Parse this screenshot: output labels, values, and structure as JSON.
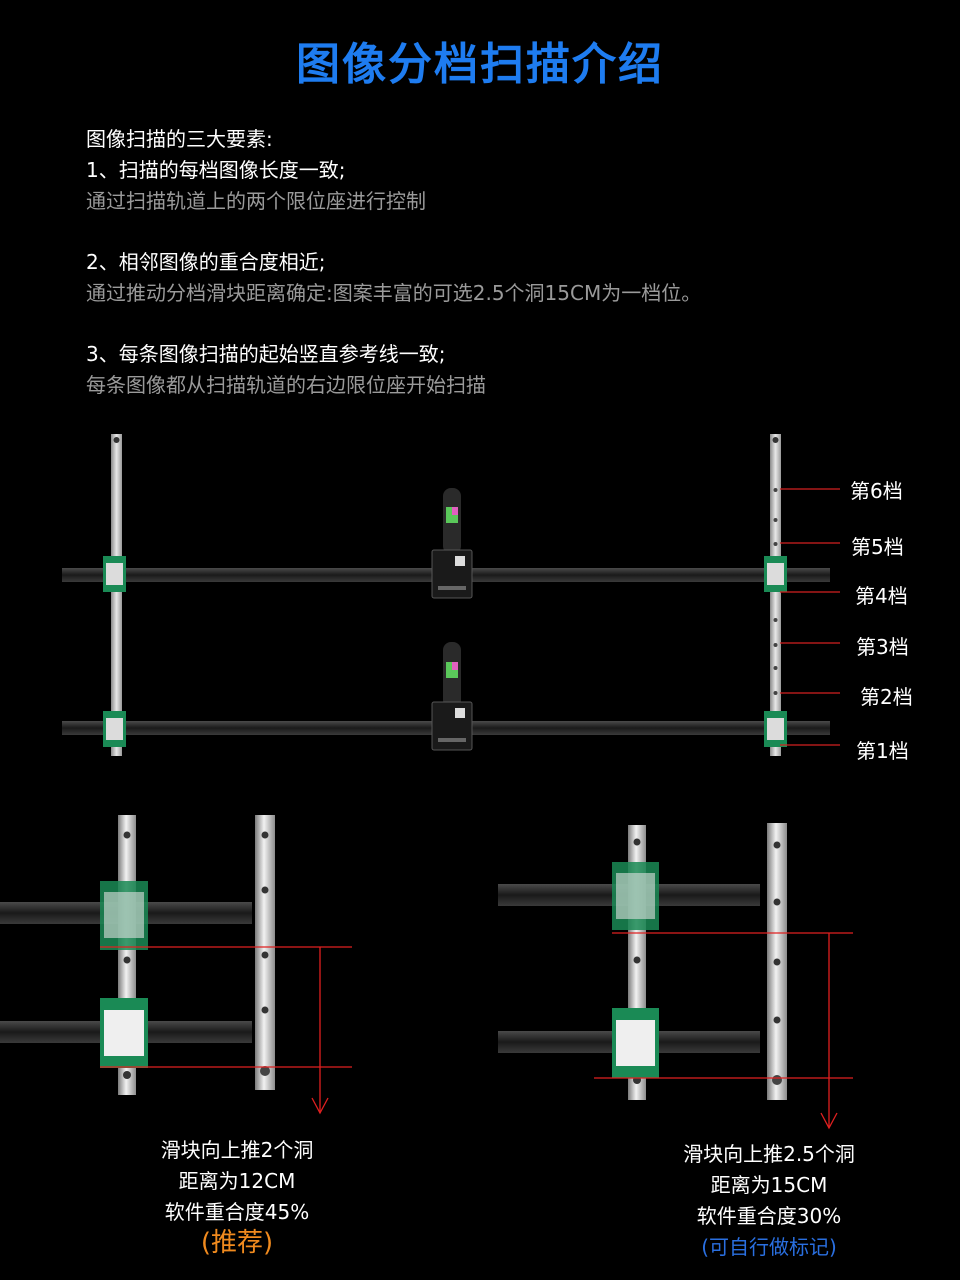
{
  "title": "图像分档扫描介绍",
  "intro": {
    "heading": "图像扫描的三大要素:",
    "items": [
      {
        "line": "1、扫描的每档图像长度一致;",
        "note": "通过扫描轨道上的两个限位座进行控制"
      },
      {
        "line": "2、相邻图像的重合度相近;",
        "note": "通过推动分档滑块距离确定:图案丰富的可选2.5个洞15CM为一档位。"
      },
      {
        "line": "3、每条图像扫描的起始竖直参考线一致;",
        "note": "每条图像都从扫描轨道的右边限位座开始扫描"
      }
    ]
  },
  "levels": [
    "第6档",
    "第5档",
    "第4档",
    "第3档",
    "第2档",
    "第1档"
  ],
  "captions": {
    "left": {
      "l1": "滑块向上推2个洞",
      "l2": "距离为12CM",
      "l3": "软件重合度45%",
      "tag": "(推荐)"
    },
    "right": {
      "l1": "滑块向上推2.5个洞",
      "l2": "距离为15CM",
      "l3": "软件重合度30%",
      "tag": "(可自行做标记)"
    }
  },
  "colors": {
    "title": "#1e7cf0",
    "recommend": "#f08a1e",
    "optional": "#2a6fe0",
    "guide": "#ff2a2a",
    "rail_green": "#1a8a55"
  }
}
